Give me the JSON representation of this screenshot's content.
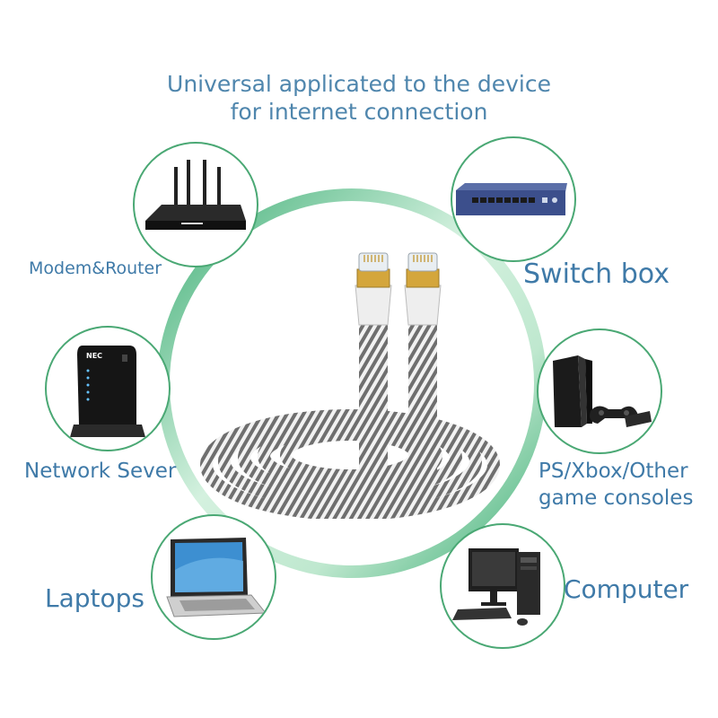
{
  "header": {
    "line1": "Universal applicated to the device",
    "line2": "for internet connection"
  },
  "devices": {
    "router": {
      "label": "Modem&Router",
      "icon": "router-icon"
    },
    "switch": {
      "label": "Switch box",
      "icon": "network-switch-icon"
    },
    "server": {
      "label": "Network Sever",
      "icon": "network-server-icon",
      "badge": "NEC"
    },
    "console": {
      "label_line1": "PS/Xbox/Other",
      "label_line2": "game consoles",
      "icon": "game-console-icon"
    },
    "laptop": {
      "label": "Laptops",
      "icon": "laptop-icon"
    },
    "computer": {
      "label": "Computer",
      "icon": "desktop-computer-icon"
    }
  },
  "colors": {
    "text": "#3f7aa8",
    "ring_green": "#3fae76",
    "ring_light": "#c8ecd6",
    "circle_border": "#4aa874"
  }
}
